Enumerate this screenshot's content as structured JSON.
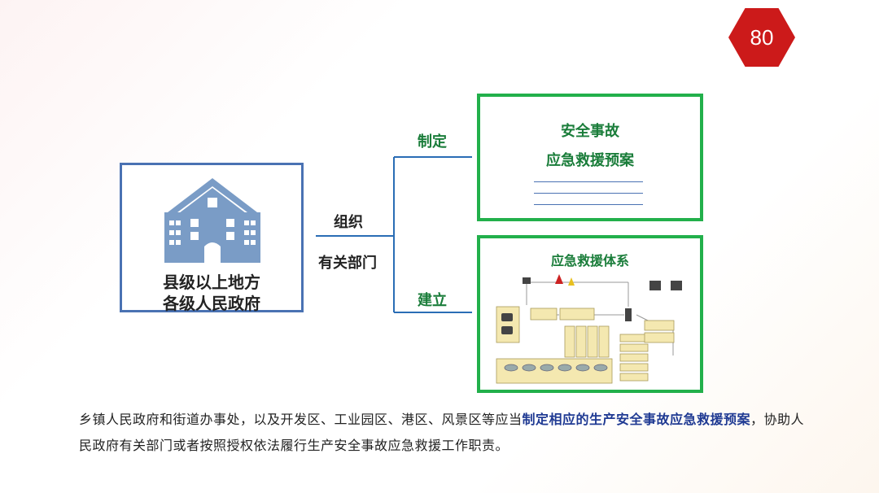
{
  "page_number": "80",
  "left_box": {
    "line1": "县级以上地方",
    "line2": "各级人民政府"
  },
  "edge_labels": {
    "organize": "组织",
    "departments": "有关部门",
    "formulate": "制定",
    "establish": "建立"
  },
  "plan_box": {
    "line1": "安全事故",
    "line2": "应急救援预案"
  },
  "system_box": {
    "title": "应急救援体系"
  },
  "colors": {
    "badge": "#cc1a1a",
    "blue_border": "#4a72b3",
    "green_border": "#22b04b",
    "highlight": "#1f3a93"
  },
  "description": {
    "part1": "乡镇人民政府和街道办事处，以及开发区、工业园区、港区、风景区等应当",
    "highlight": "制定相应的生产安全事故应急救援预案",
    "part2": "，协助人民政府有关部门或者按照授权依法履行生产安全事故应急救援工作职责。"
  }
}
